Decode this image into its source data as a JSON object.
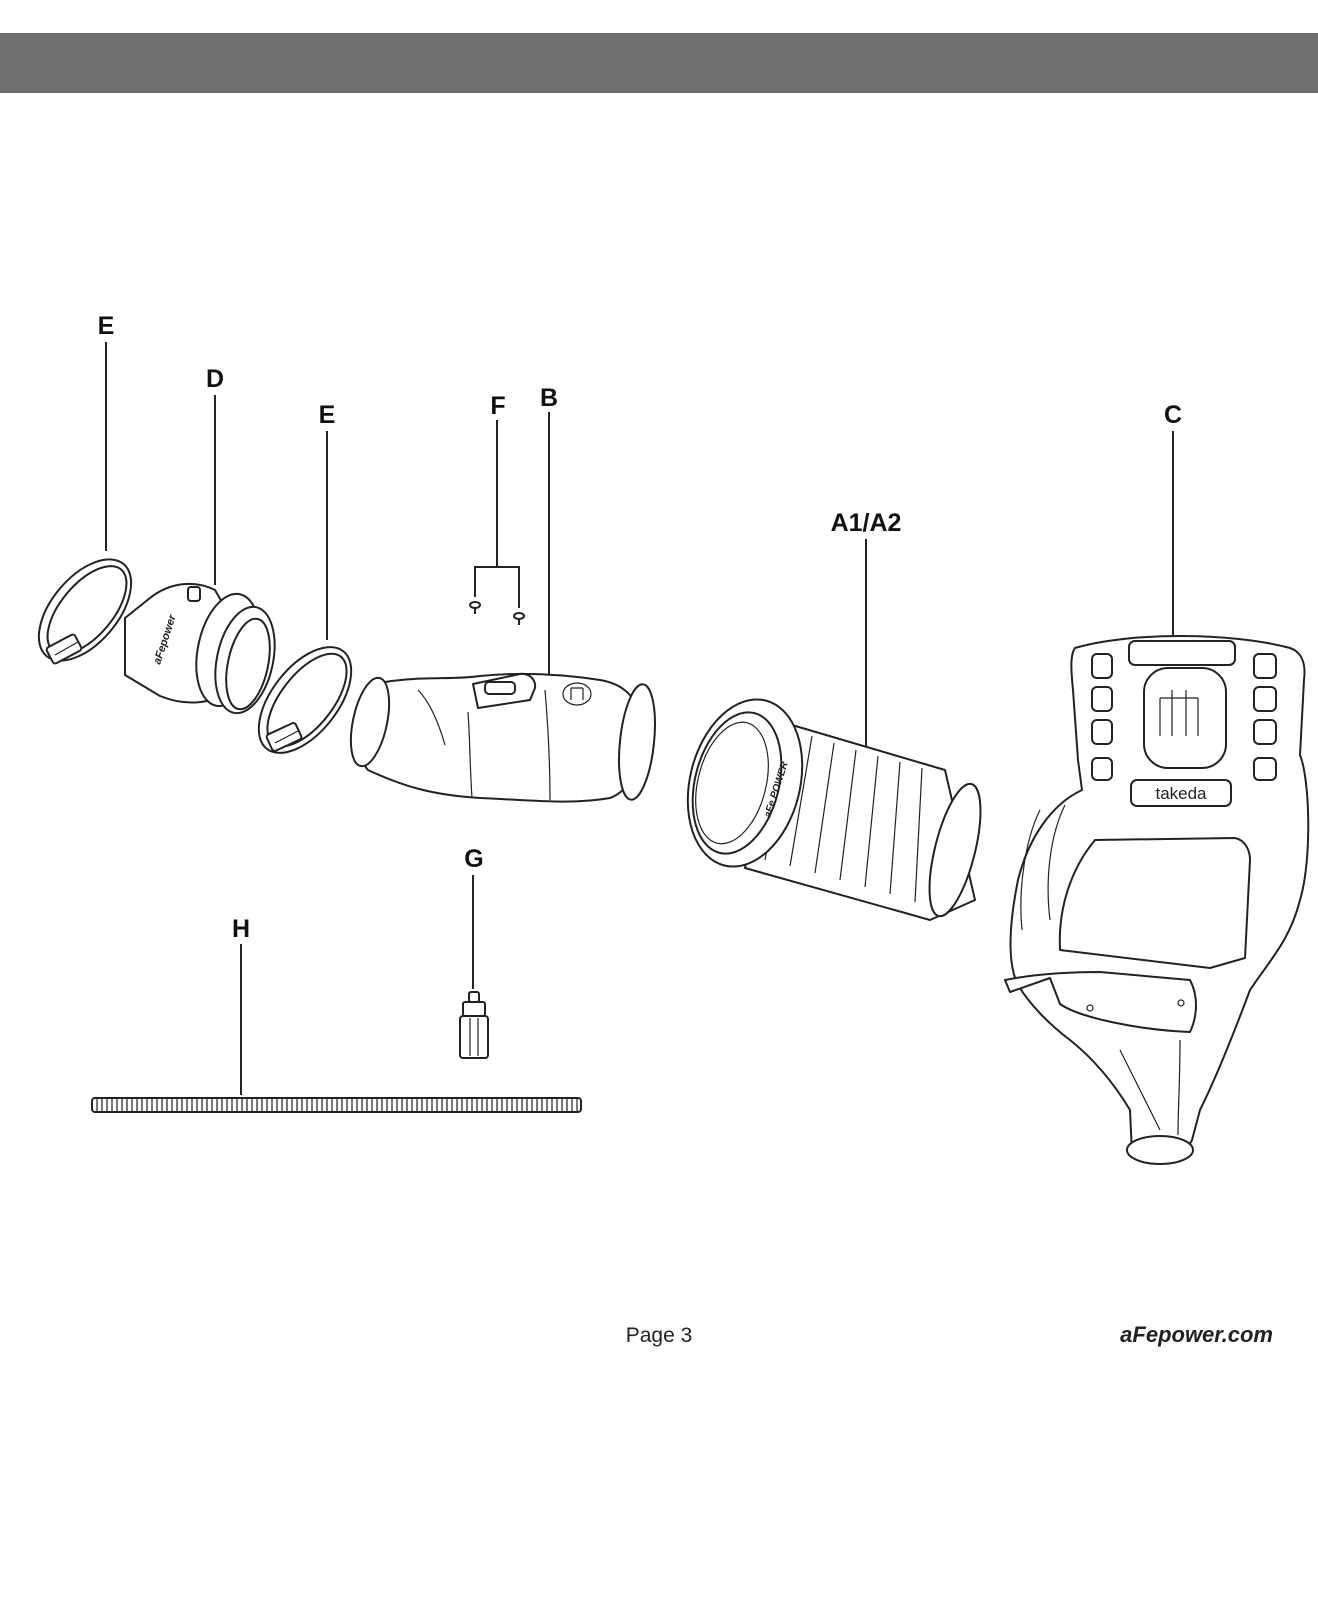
{
  "callouts": {
    "e_left": "E",
    "d": "D",
    "e_right": "E",
    "f": "F",
    "b": "B",
    "c": "C",
    "a1a2": "A1/A2",
    "g": "G",
    "h": "H"
  },
  "branding": {
    "tube_logo": "aFepower",
    "filter_print": "aFe POWER",
    "housing_brand": "takeda"
  },
  "footer": {
    "page": "Page 3",
    "website": "aFepower.com"
  }
}
